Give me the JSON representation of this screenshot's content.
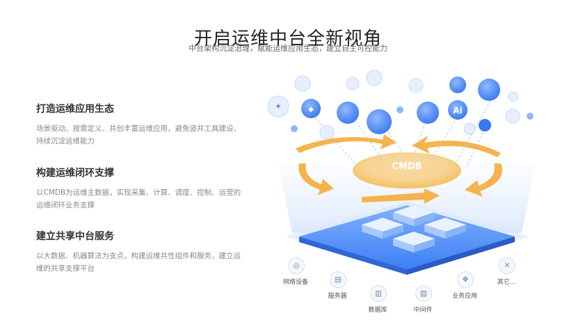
{
  "header": {
    "title": "开启运维中台全新视角",
    "subtitle": "中台架构沉淀治理，赋能运维应用生态，建立自主可控能力"
  },
  "features": [
    {
      "heading": "打造运维应用生态",
      "desc": "场景驱动、按需定义、共创丰富运维应用，避免竖井工具建设、持续沉淀运维能力"
    },
    {
      "heading": "构建运维闭环支撑",
      "desc": "以CMDB为运维主数据，实现采集、计算、调度、控制、运营的运维闭环业务支撑"
    },
    {
      "heading": "建立共享中台服务",
      "desc": "以大数据、机器算法为支点，构建运维共性组件和服务，建立运维的共享支撑平台"
    }
  ],
  "diagram": {
    "core_label": "CMDB",
    "top_icons": [
      "Ai"
    ],
    "bottom_items": [
      "网络设备",
      "服务器",
      "数据库",
      "中间件",
      "业务应用",
      "其它..."
    ]
  },
  "colors": {
    "accent": "#3d7ff5",
    "arrow": "#f5b34c",
    "platform": "#6aa3f8"
  }
}
